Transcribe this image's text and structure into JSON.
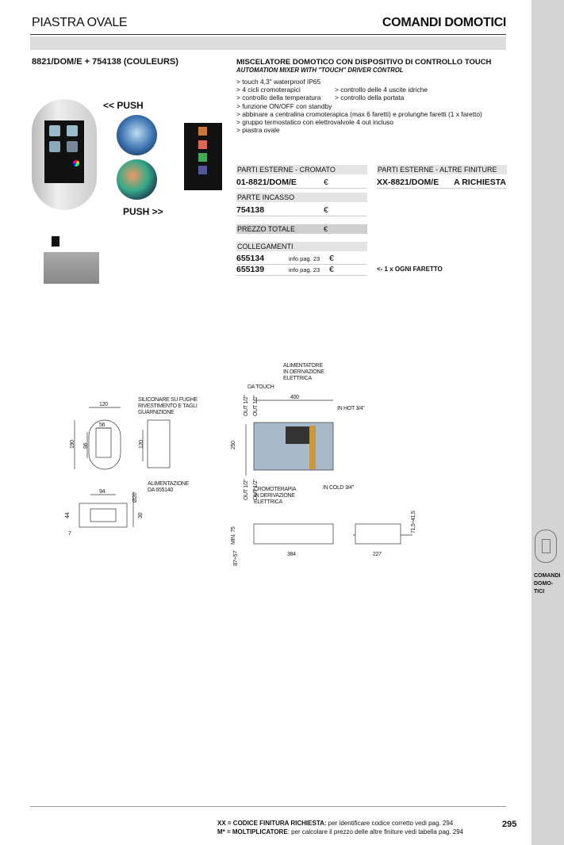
{
  "header": {
    "left_title": "PIASTRA OVALE",
    "right_title": "COMANDI DOMOTICI"
  },
  "sidebar": {
    "label_lines": [
      "COMANDI",
      "DOMO-",
      "TICI"
    ],
    "icon": "oval-plate-icon"
  },
  "product": {
    "code": "8821/DOM/E + 754138 (COULEURS)",
    "title": "MISCELATORE DOMOTICO CON DISPOSITIVO DI CONTROLLO TOUCH",
    "subtitle": "AUTOMATION MIXER WITH \"TOUCH\" DRIVER CONTROL",
    "features": [
      "> touch 4,3\" waterproof IP65",
      "> 4 cicli cromoterapici",
      "> controllo delle 4 uscite idriche",
      "> controllo della temperatura",
      "> controllo della portata",
      "> funzione ON/OFF con standby",
      "> abbinare a centralina cromoterapica (max 6 faretti) e prolunghe faretti (1 x faretto)",
      "> gruppo termostatico con elettrovalvole 4 out incluso",
      "> piastra ovale"
    ]
  },
  "images": {
    "push_left": "<<  PUSH",
    "push_right": "PUSH  >>"
  },
  "pricing": {
    "external_chrome": {
      "label": "PARTI ESTERNE - CROMATO",
      "code": "01-8821/DOM/E",
      "currency": "€"
    },
    "external_other": {
      "label": "PARTI ESTERNE - ALTRE FINITURE",
      "code": "XX-8821/DOM/E",
      "price": "A RICHIESTA"
    },
    "built_in": {
      "label": "PARTE INCASSO",
      "code": "754138",
      "currency": "€"
    },
    "total": {
      "label": "PREZZO TOTALE",
      "currency": "€"
    },
    "connections": {
      "label": "COLLEGAMENTI",
      "items": [
        {
          "code": "655134",
          "info": "info pag. 23",
          "currency": "€"
        },
        {
          "code": "655139",
          "info": "info pag. 23",
          "currency": "€",
          "note": "<- 1 x OGNI FARETTO"
        }
      ]
    }
  },
  "drawing_left": {
    "d120": "120",
    "d56": "56",
    "d190": "190",
    "d96": "96",
    "d120v": "120",
    "d94": "94",
    "d20": "Ø20",
    "d44": "44",
    "d30": "30",
    "d7": "7",
    "note_top": [
      "SILICONARE SU FUGHE",
      "RIVESTIMENTO E TAGLI",
      "GUARNIZIONE"
    ],
    "note_bottom": [
      "ALIMENTAZIONE",
      "DA 655140"
    ]
  },
  "drawing_right": {
    "power": [
      "ALIMENTATORE",
      "IN DERIVAZIONE",
      "ELETTRICA"
    ],
    "da_touch": "DA TOUCH",
    "d400": "400",
    "in_hot": "IN HOT 3/4\"",
    "in_cold": "IN COLD 3/4\"",
    "out": "OUT 1/2\"",
    "d250": "250",
    "chromo": [
      "CROMOTERAPIA",
      "IN DERIVAZIONE",
      "ELETTRICA"
    ],
    "d384": "384",
    "d227": "227",
    "min75": "MIN. 75",
    "d87": "87÷57",
    "d71": "71,5÷41,5"
  },
  "footer": {
    "line1_bold": "XX = CODICE FINITURA RICHIESTA:",
    "line1": " per identificare codice corretto vedi pag. 294",
    "line2_bold": "M* = MOLTIPLICATORE",
    "line2": ": per calcolare il prezzo delle altre finiture vedi tabella pag. 294",
    "page_number": "295"
  }
}
